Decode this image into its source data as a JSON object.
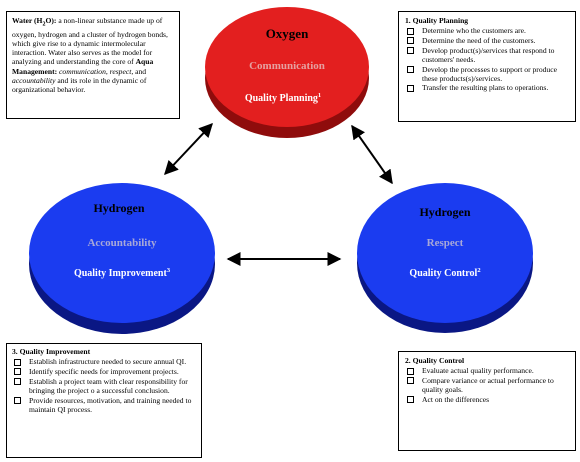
{
  "colors": {
    "oxygen": "#e31f1f",
    "oxygen_dark": "#8f0c0c",
    "hydrogen": "#1b3cf0",
    "hydrogen_dark": "#0a1784",
    "faded_text": "#a8a8d8",
    "faded_red_text": "#e6a0a0"
  },
  "water_box": {
    "title": "Water (H",
    "title_sub": "2",
    "title_end": "O):",
    "text1": " a non-linear substance made up of oxygen, hydrogen and a cluster of hydrogen bonds, which give rise to a dynamic intermolecular interaction. Water also serves as the model for analyzing and understanding the core of ",
    "aqua": "Aqua Management",
    "colon": ": ",
    "comm": "communication",
    "comma1": ", ",
    "resp": "respect",
    "and": ", and ",
    "acc": "accountability",
    "text2": " and its role in the dynamic of organizational behavior."
  },
  "quality_planning_box": {
    "heading": "1. Quality Planning",
    "items": [
      "Determine who the customers are.",
      "Determine the need of the customers.",
      "Develop product(s)/services that respond to customers' needs.",
      "Develop the processes to support or produce these products(s)/services.",
      "Transfer the resulting plans to operations."
    ]
  },
  "quality_improvement_box": {
    "heading": "3. Quality Improvement",
    "items": [
      "Establish infrastructure needed to secure annual QI.",
      "Identify specific needs for improvement projects.",
      "Establish a project team with clear responsibility for bringing the project o a successful conclusion.",
      "Provide resources, motivation, and training needed to maintain QI process."
    ]
  },
  "quality_control_box": {
    "heading": "2. Quality Control",
    "items": [
      "Evaluate actual quality performance.",
      "Compare variance or actual performance to quality goals.",
      "Act on the differences"
    ]
  },
  "discs": {
    "oxygen": {
      "title": "Oxygen",
      "value": "Communication",
      "label": "Quality Planning",
      "sup": "1"
    },
    "hydrogen_left": {
      "title": "Hydrogen",
      "value": "Accountability",
      "label": "Quality Improvement",
      "sup": "3"
    },
    "hydrogen_right": {
      "title": "Hydrogen",
      "value": "Respect",
      "label": "Quality Control",
      "sup": "2"
    }
  }
}
